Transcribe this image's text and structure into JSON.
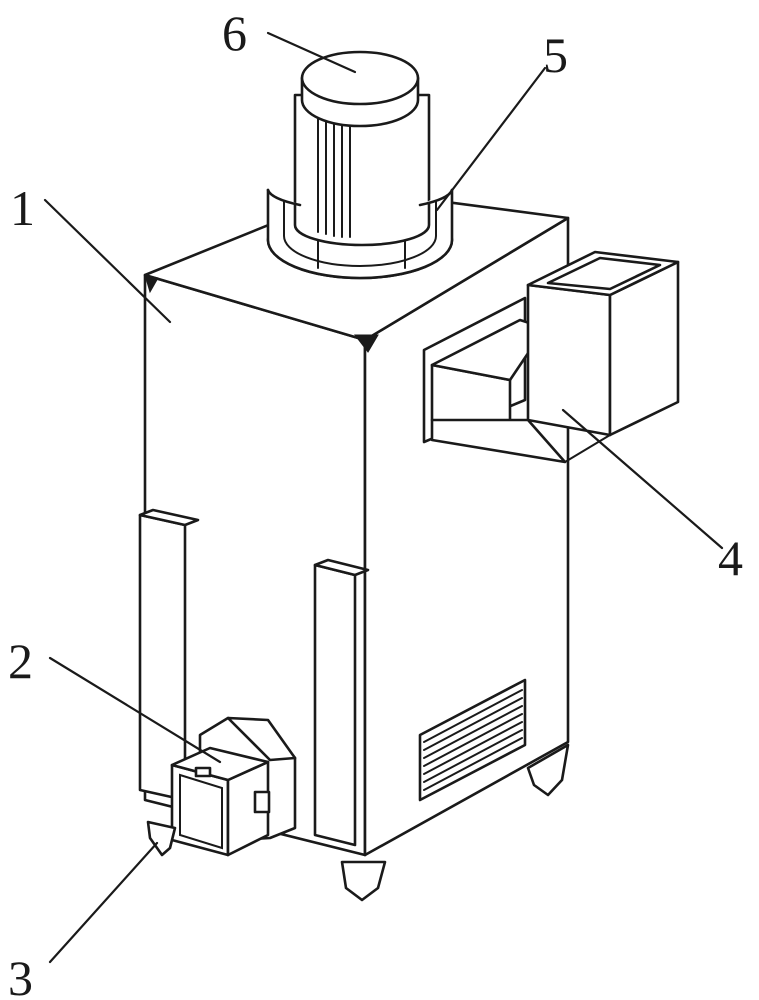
{
  "labels": {
    "body": "1",
    "outlet": "2",
    "foot": "3",
    "inlet_hopper": "4",
    "motor_mount": "5",
    "motor": "6"
  },
  "colors": {
    "line": "#1a1a1a",
    "background": "#ffffff"
  }
}
